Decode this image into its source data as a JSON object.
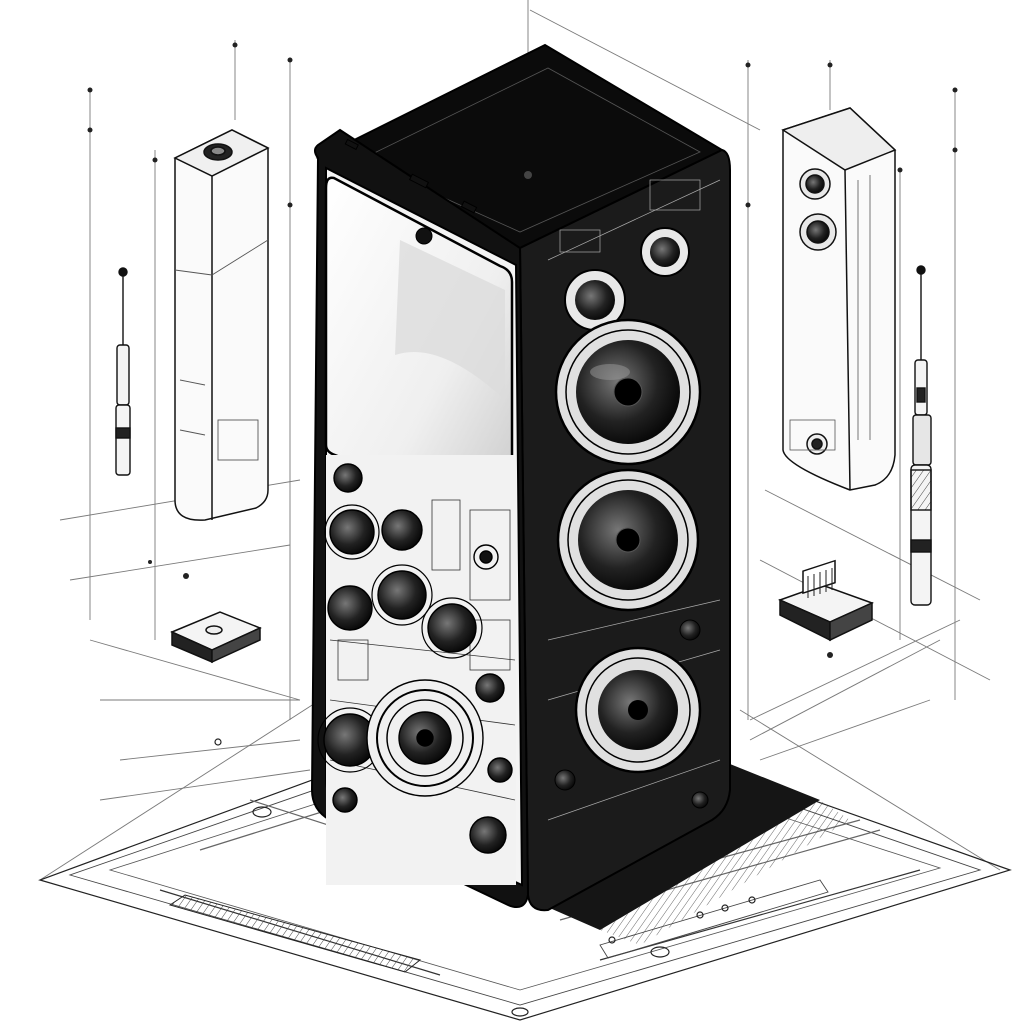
{
  "scene": {
    "background": "#ffffff",
    "ink": "#111111",
    "line": "#555555",
    "light_line": "#8a8a8a",
    "screen_fill": "#ececec",
    "shadow": "#1a1a1a"
  },
  "elements": {
    "main_device": "speaker-phone-device",
    "left_module": "battery-module",
    "right_module": "camera-module",
    "left_probe": "stylus",
    "right_probe": "probe-pen",
    "left_chip": "small-connector",
    "right_chip": "port-connector"
  }
}
